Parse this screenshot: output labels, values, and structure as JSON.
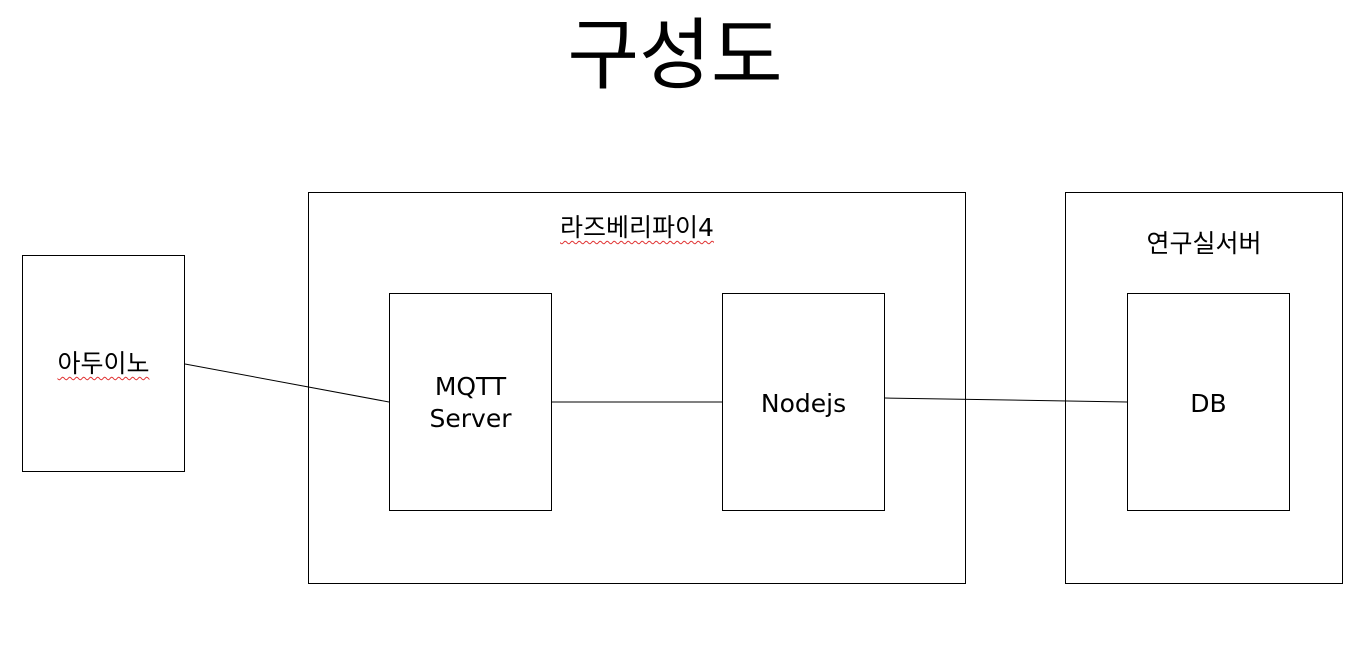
{
  "title": "구성도",
  "nodes": {
    "arduino": {
      "label": "아두이노"
    },
    "raspberry_pi": {
      "label": "라즈베리파이4"
    },
    "mqtt_server": {
      "line1": "MQTT",
      "line2": "Server"
    },
    "nodejs": {
      "label": "Nodejs"
    },
    "lab_server": {
      "label": "연구실서버"
    },
    "db": {
      "label": "DB"
    }
  },
  "edges": [
    {
      "from": "아두이노",
      "to": "MQTT Server"
    },
    {
      "from": "MQTT Server",
      "to": "Nodejs"
    },
    {
      "from": "Nodejs",
      "to": "DB"
    }
  ]
}
